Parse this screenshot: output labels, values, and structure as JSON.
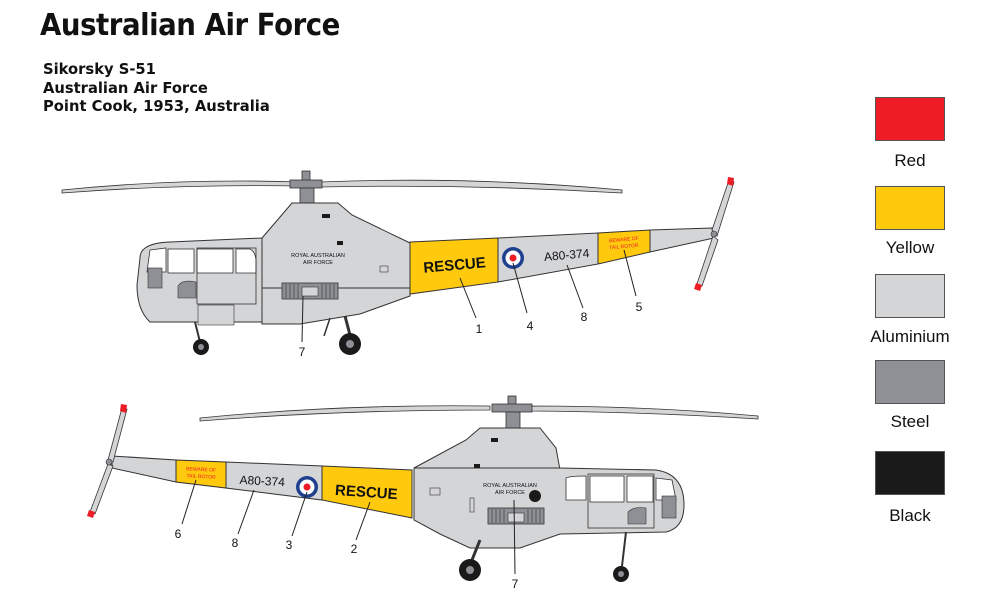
{
  "header": {
    "title": "Australian Air Force",
    "lines": [
      "Sikorsky S-51",
      "Australian Air Force",
      "Point Cook, 1953, Australia"
    ]
  },
  "legend": [
    {
      "label": "Red",
      "color": "#ee1c25"
    },
    {
      "label": "Yellow",
      "color": "#ffc90e"
    },
    {
      "label": "Aluminium",
      "color": "#d4d5d7"
    },
    {
      "label": "Steel",
      "color": "#8e9095"
    },
    {
      "label": "Black",
      "color": "#1a1a1a"
    }
  ],
  "aircraft": {
    "rescue_text": "RESCUE",
    "serial": "A80-374",
    "raaf_text": [
      "ROYAL AUSTRALIAN",
      "AIR FORCE"
    ],
    "tail_warning": [
      "BEWARE OF",
      "TAIL ROTOR"
    ]
  },
  "callouts": {
    "top": [
      "1",
      "4",
      "8",
      "5",
      "7"
    ],
    "bottom": [
      "6",
      "8",
      "3",
      "2",
      "7"
    ]
  }
}
